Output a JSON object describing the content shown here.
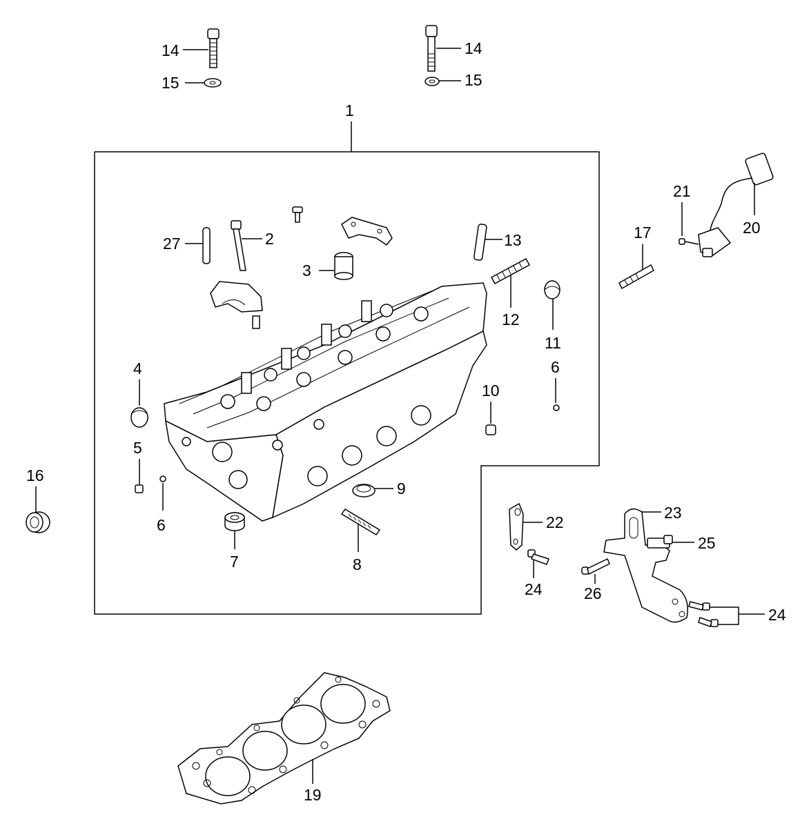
{
  "diagram": {
    "labels": {
      "p1": "1",
      "p2": "2",
      "p3": "3",
      "p4": "4",
      "p5": "5",
      "p6a": "6",
      "p6b": "6",
      "p7": "7",
      "p8": "8",
      "p9": "9",
      "p10": "10",
      "p11": "11",
      "p12": "12",
      "p13": "13",
      "p14a": "14",
      "p14b": "14",
      "p15a": "15",
      "p15b": "15",
      "p16": "16",
      "p17": "17",
      "p19": "19",
      "p20": "20",
      "p21": "21",
      "p22": "22",
      "p23": "23",
      "p24a": "24",
      "p24b": "24",
      "p25": "25",
      "p26": "26",
      "p27": "27"
    },
    "icons": {
      "cylinder-head": "cylinder-head-icon",
      "head-gasket": "head-gasket-icon",
      "bolt": "bolt-icon",
      "washer": "washer-icon",
      "sensor": "sensor-icon",
      "bracket": "bracket-icon",
      "plug": "plug-icon",
      "seal": "seal-icon",
      "stud": "stud-icon",
      "pin": "pin-icon"
    }
  }
}
